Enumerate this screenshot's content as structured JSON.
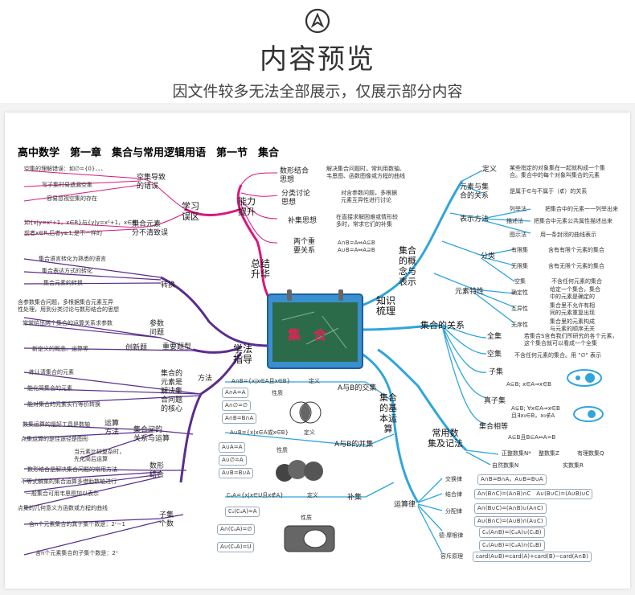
{
  "header": {
    "title": "内容预览",
    "subtitle": "因文件较多无法全部展示，仅展示部分内容"
  },
  "map": {
    "heading": "高中数学　第一章　集合与常用逻辑用语　第一节　集合",
    "center_label": "集　合",
    "branches": {
      "summary": "总结\n升华",
      "methods": "学法\n指导",
      "knowledge": "知识\n梳理",
      "concept": "集合\n的概\n念与\n表示",
      "relation": "集合的关系",
      "operations": "集合\n的基\n本运\n算",
      "common_sets": "常用数\n集及记法"
    },
    "left": {
      "ability": "能力\n提升",
      "ability_items": [
        {
          "label": "数形结合\n思想",
          "desc": "解决集合问题时，常利用数轴、\n韦恩图、函数图像或方程的曲线"
        },
        {
          "label": "分类讨论\n思想",
          "desc": "对含参数问题，多根据\n元素互异性进行讨论"
        },
        {
          "label": "补集思想",
          "desc": "在直接求解困难或情形较\n多时，常求它们的补集"
        },
        {
          "label": "两个重\n要关系",
          "desc": "A∩B=A⇔A⊆B\nA∪B=A⇔A⊇B"
        }
      ],
      "mistakes": "学习\n误区",
      "empty_set_error": "空集导致\n的错误",
      "empty_items": [
        "空集的理解错误：如∅={0}、、、",
        "写子集时易遗漏空集",
        "容易忽视空集的存在"
      ],
      "element_confusion": "集合元素\n分不清致误",
      "element_items": [
        "如{x|y=x²+1，x∈R}与{y|y=x²+1，x∈R}",
        "前者x∈R,后者y≥1,是不一样的"
      ],
      "transform": "转换",
      "transform_items": [
        "集合语言转化为熟悉的语言",
        "集合表达方式的转化",
        "集合元素的转换"
      ],
      "key_types": "重要题型",
      "param": "参数\n问题",
      "param_items": [
        "含参数集合问题，多根据集合元素互异\n性处理，用到分类讨论与数形结合的思想",
        "常常给出两个集合的运算关系求参数"
      ],
      "innovation": "创新题",
      "innovation_item": "新定义的概念、运算等",
      "method": "方法",
      "core": "集合的\n元素是\n解决集\n合问题\n的核心",
      "core_items": [
        "练认清集合的元素",
        "能化简集合的元素",
        "能对集合的元素实行等价转换"
      ],
      "relation_ops": "集合间的\n关系与运算",
      "ops_method": "运算\n方法",
      "ops_items": [
        "数集运算的是好工具是数轴",
        "点集运算的是佳途径是图形"
      ],
      "ops_simplify": "当元素比较复杂时，\n先化简后运算",
      "shape_combo": "数形\n结合",
      "shape_items": [
        "数形结合是解决集合问题的常用方法",
        "不等式解集的集合运算多借助数轴进行",
        "一般集合可用韦恩图加以表示",
        "点集的几何意义方函数或方程的曲线"
      ],
      "subset_count": "子集\n个数",
      "subset_items": [
        "含n个元素集合的真子集个数是：2ⁿ−1",
        "含n个元素集合的子集个数是：2ⁿ"
      ]
    },
    "middle": {
      "intersection": "A与B的交集",
      "intersection_def": "A∩B={x|x∈A且x∈B}",
      "union": "A与B的并集",
      "union_def": "A∪B={x|x∈A或x∈B}",
      "complement": "补集",
      "complement_def": "∁ᵤA={x|x∈U且x∉A}",
      "def_label": "定义",
      "prop_label": "性质",
      "inter_props": [
        "A∩A=A",
        "A∩∅=∅",
        "A∩B=B∩A"
      ],
      "union_props": [
        "A∪A=A",
        "A∪∅=A",
        "A∪B=B∪A"
      ],
      "comp_props": [
        "∁ᵤ(∁ᵤA)=A",
        "A∩(∁ᵤA)=∅",
        "A∪(∁ᵤA)=U"
      ]
    },
    "right": {
      "definition": "定义",
      "definition_desc": "某些指定的对象集在一起就构成一个集\n合。集合中的每个对象叫集合的元素",
      "element_relation": "元素与集\n合的关系",
      "element_relation_desc": "是属于∈与不属于（∉）的关系",
      "representation": "表示方法",
      "rep_items": [
        {
          "label": "列举法",
          "desc": "把集合中的元素一一列举出来"
        },
        {
          "label": "描述法",
          "desc": "把集合中元素公共属性描述出来"
        },
        {
          "label": "图示法",
          "desc": "用一条封闭的曲线表示"
        }
      ],
      "classification": "分类",
      "class_items": [
        {
          "label": "有限集",
          "desc": "含有有限个元素的集合"
        },
        {
          "label": "无限集",
          "desc": "含有无限个元素的集合"
        },
        {
          "label": "空集",
          "desc": "不含任何元素的集合"
        }
      ],
      "element_props": "元素特性",
      "prop_items": [
        {
          "label": "确定性",
          "desc": "给定一个集合，集合\n中的元素是确定的"
        },
        {
          "label": "互异性",
          "desc": "集合里不允许有相\n同的元素重复出现"
        },
        {
          "label": "无序性",
          "desc": "集合里的元素构成\n与元素的顺序无关"
        }
      ],
      "equal": "全集",
      "equal_desc": "若集合S含有我们所研究的各个元素，\n这个集合就可以看成一个全集",
      "empty": "空集",
      "empty_desc": "不含任何元素的集合。用 \"∅\" 表示",
      "subset": "子集",
      "subset_desc": "A⊆B; x∈A⇒x∈B",
      "proper_subset": "真子集",
      "proper_desc": "A⊊B; ∀x∈A⇒x∈B\n且∃x₀∈B，x₀∉A",
      "sets_equal": "集合相等",
      "sets_equal_desc": "A⊆B且B⊆A⇔A=B",
      "number_sets": [
        "正整数集N*",
        "整数集Z",
        "有理数集Q",
        "自然数集N",
        "实数集R"
      ],
      "laws": "运算律",
      "law_items": [
        {
          "label": "交换律",
          "desc": "A∩B=B∩A，A∪B=B∪A"
        },
        {
          "label": "结合律",
          "desc": "A∩(B∩C)=(A∩B)∩C　A∪(B∪C)=(A∪B)∪C"
        },
        {
          "label": "分配律",
          "desc": "A∩(B∪C)=(A∩B)∪(A∩C)"
        },
        {
          "label": "",
          "desc": "A∪(B∩C)=(A∪B)∩(A∪C)"
        },
        {
          "label": "德·摩根律",
          "desc": "∁ᵤ(A∩B)=(∁ᵤA)∪(∁ᵤB)"
        },
        {
          "label": "",
          "desc": "∁ᵤ(A∪B)=(∁ᵤA)∩(∁ᵤB)"
        },
        {
          "label": "容斥原理",
          "desc": "card(A∪B)=card(A)+card(B)−card(A∩B)"
        }
      ]
    }
  },
  "colors": {
    "pink": "#d9177e",
    "purple": "#5b2c8e",
    "blue": "#2fa5dc",
    "header_text": "#333333"
  }
}
